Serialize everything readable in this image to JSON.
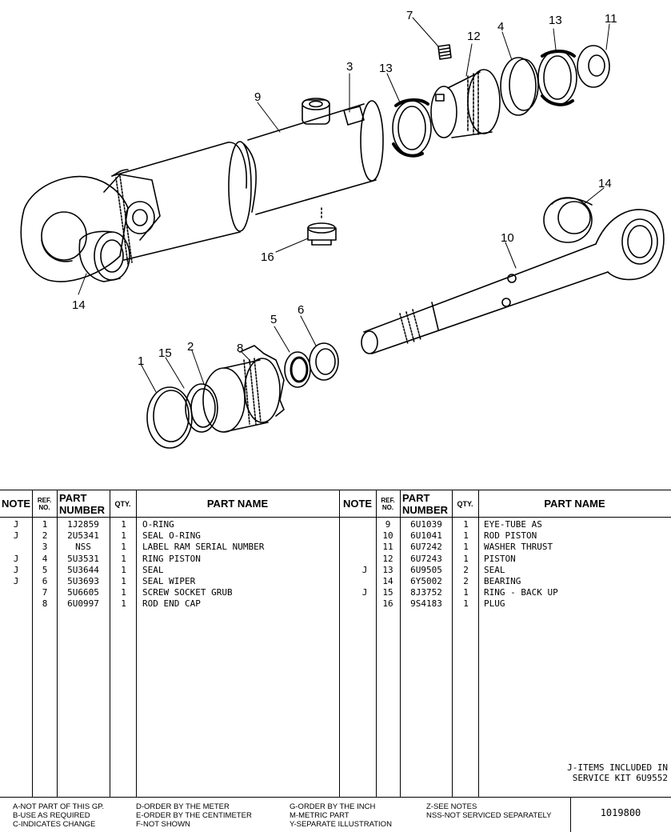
{
  "drawing": {
    "callouts": [
      "1",
      "2",
      "3",
      "4",
      "5",
      "6",
      "7",
      "8",
      "9",
      "10",
      "11",
      "12",
      "13",
      "13",
      "14",
      "14",
      "15",
      "16"
    ]
  },
  "headers": {
    "note": "NOTE",
    "ref_no_line1": "REF.",
    "ref_no_line2": "NO.",
    "part_number_line1": "PART",
    "part_number_line2": "NUMBER",
    "qty": "QTY.",
    "part_name": "PART NAME"
  },
  "parts_left": [
    {
      "note": "J",
      "ref": "1",
      "part_number": "1J2859",
      "qty": "1",
      "name": "O-RING"
    },
    {
      "note": "J",
      "ref": "2",
      "part_number": "2U5341",
      "qty": "1",
      "name": "SEAL O-RING"
    },
    {
      "note": "",
      "ref": "3",
      "part_number": "NSS",
      "qty": "1",
      "name": "LABEL RAM SERIAL NUMBER"
    },
    {
      "note": "J",
      "ref": "4",
      "part_number": "5U3531",
      "qty": "1",
      "name": "RING PISTON"
    },
    {
      "note": "J",
      "ref": "5",
      "part_number": "5U3644",
      "qty": "1",
      "name": "SEAL"
    },
    {
      "note": "J",
      "ref": "6",
      "part_number": "5U3693",
      "qty": "1",
      "name": "SEAL WIPER"
    },
    {
      "note": "",
      "ref": "7",
      "part_number": "5U6605",
      "qty": "1",
      "name": "SCREW SOCKET GRUB"
    },
    {
      "note": "",
      "ref": "8",
      "part_number": "6U0997",
      "qty": "1",
      "name": "ROD END CAP"
    }
  ],
  "parts_right": [
    {
      "note": "",
      "ref": "9",
      "part_number": "6U1039",
      "qty": "1",
      "name": "EYE-TUBE AS"
    },
    {
      "note": "",
      "ref": "10",
      "part_number": "6U1041",
      "qty": "1",
      "name": "ROD PISTON"
    },
    {
      "note": "",
      "ref": "11",
      "part_number": "6U7242",
      "qty": "1",
      "name": "WASHER THRUST"
    },
    {
      "note": "",
      "ref": "12",
      "part_number": "6U7243",
      "qty": "1",
      "name": "PISTON"
    },
    {
      "note": "J",
      "ref": "13",
      "part_number": "6U9505",
      "qty": "2",
      "name": "SEAL"
    },
    {
      "note": "",
      "ref": "14",
      "part_number": "6Y5002",
      "qty": "2",
      "name": "BEARING"
    },
    {
      "note": "J",
      "ref": "15",
      "part_number": "8J3752",
      "qty": "1",
      "name": "RING - BACK UP"
    },
    {
      "note": "",
      "ref": "16",
      "part_number": "9S4183",
      "qty": "1",
      "name": "PLUG"
    }
  ],
  "kit_note_line1": "J-ITEMS INCLUDED IN",
  "kit_note_line2": "SERVICE KIT 6U9552",
  "legend": {
    "col1": [
      "A-NOT PART OF THIS GP.",
      "B-USE AS REQUIRED",
      "C-INDICATES CHANGE"
    ],
    "col2": [
      "D-ORDER BY THE METER",
      "E-ORDER BY THE CENTIMETER",
      "F-NOT SHOWN"
    ],
    "col3": [
      "G-ORDER BY THE INCH",
      "M-METRIC PART",
      "Y-SEPARATE ILLUSTRATION"
    ],
    "col4": [
      "Z-SEE NOTES",
      "NSS-NOT SERVICED SEPARATELY"
    ],
    "illustration_id": "1019800"
  }
}
